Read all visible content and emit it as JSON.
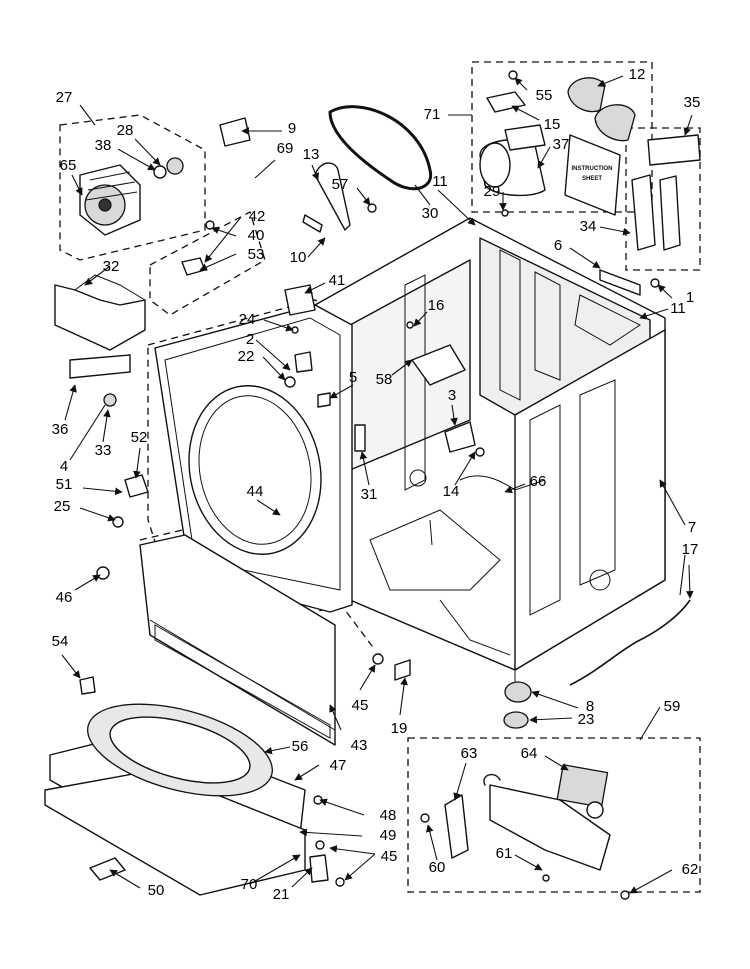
{
  "callouts": [
    "1",
    "2",
    "3",
    "4",
    "5",
    "6",
    "7",
    "8",
    "9",
    "10",
    "11",
    "11",
    "12",
    "13",
    "14",
    "15",
    "16",
    "17",
    "19",
    "21",
    "22",
    "23",
    "24",
    "25",
    "27",
    "28",
    "29",
    "30",
    "31",
    "32",
    "33",
    "34",
    "35",
    "36",
    "37",
    "38",
    "40",
    "41",
    "42",
    "43",
    "44",
    "45",
    "45",
    "46",
    "47",
    "48",
    "49",
    "50",
    "51",
    "52",
    "53",
    "54",
    "55",
    "56",
    "57",
    "58",
    "59",
    "60",
    "61",
    "62",
    "63",
    "64",
    "65",
    "66",
    "69",
    "70",
    "71"
  ],
  "booklet": {
    "line1": "INSTRUCTION",
    "line2": "SHEET"
  },
  "colors": {
    "ink": "#111111",
    "fill": "#ffffff",
    "shade": "#d9d9d9"
  }
}
